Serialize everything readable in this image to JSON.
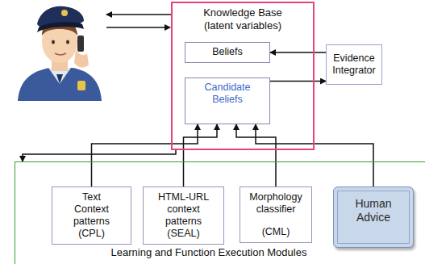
{
  "diagram": {
    "nodes": [
      {
        "text": [
          "Knowledge Base (latent variables)"
        ]
      },
      {
        "text": [
          "Beliefs"
        ],
        "in": 0
      },
      {
        "text": [
          "Candidate Beliefs"
        ],
        "in": 0
      },
      {
        "text": [
          "Evidence Integrator"
        ]
      },
      {
        "text": [
          "Learning and Function Execution Modules"
        ]
      },
      {
        "text": [
          "Text Context patterns (CPL)"
        ],
        "in": 4
      },
      {
        "text": [
          "HTML-URL context patterns (SEAL)"
        ],
        "in": 4
      },
      {
        "text": [
          "Morphology classifier",
          "(CML)"
        ],
        "in": 4
      },
      {
        "text": [
          "Human Advice"
        ],
        "in": 4
      }
    ],
    "edges": [
      {
        "from": 3,
        "to": 1,
        "arrow": "to"
      },
      {
        "from": 2,
        "to": 3,
        "arrow": "to"
      },
      {
        "from": 0,
        "to": 4,
        "arrow": "to"
      },
      {
        "from": 5,
        "to": 2,
        "arrow": "to"
      },
      {
        "from": 6,
        "to": 2,
        "arrow": "to"
      },
      {
        "from": 7,
        "to": 2,
        "arrow": "to"
      },
      {
        "from": 8,
        "to": 2,
        "arrow": "to"
      }
    ]
  }
}
